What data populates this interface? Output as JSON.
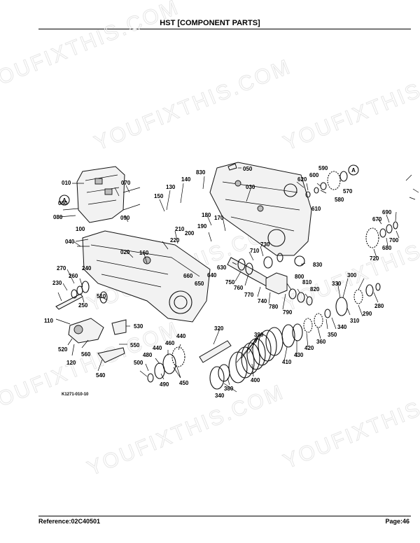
{
  "header": {
    "title": "HST [COMPONENT PARTS]"
  },
  "footer": {
    "reference": "Reference:02C40501",
    "page": "Page:46"
  },
  "watermark": {
    "text": "YOUFIXTHIS.COM"
  },
  "figure": {
    "code": "K1271-010-10",
    "callouts": {
      "c010": "010",
      "c020": "020",
      "c030": "030",
      "c040": "040",
      "c050": "050",
      "c060": "060",
      "c070": "070",
      "c080": "080",
      "c090": "090",
      "c100": "100",
      "c110": "110",
      "c120": "120",
      "c130": "130",
      "c140": "140",
      "c150": "150",
      "c160": "160",
      "c170": "170",
      "c180": "180",
      "c190": "190",
      "c200": "200",
      "c210": "210",
      "c220": "220",
      "c230": "230",
      "c240": "240",
      "c250": "250",
      "c260": "260",
      "c270": "270",
      "c280": "280",
      "c290": "290",
      "c300": "300",
      "c310": "310",
      "c320": "320",
      "c330": "330",
      "c340a": "340",
      "c340b": "340",
      "c350": "350",
      "c360": "360",
      "c380": "380",
      "c390": "390",
      "c400": "400",
      "c410": "410",
      "c420": "420",
      "c430": "430",
      "c440a": "440",
      "c440b": "440",
      "c450": "450",
      "c460": "460",
      "c480": "480",
      "c490": "490",
      "c500": "500",
      "c510": "510",
      "c520": "520",
      "c530": "530",
      "c540": "540",
      "c550": "550",
      "c560": "560",
      "c570": "570",
      "c580": "580",
      "c590": "590",
      "c600": "600",
      "c610": "610",
      "c620": "620",
      "c630": "630",
      "c640": "640",
      "c650": "650",
      "c660": "660",
      "c670": "670",
      "c680": "680",
      "c690": "690",
      "c700": "700",
      "c710": "710",
      "c720": "720",
      "c730": "730",
      "c740": "740",
      "c750": "750",
      "c760": "760",
      "c770": "770",
      "c780": "780",
      "c790": "790",
      "c800": "800",
      "c810": "810",
      "c820": "820",
      "c830a": "830",
      "c830b": "830",
      "refA1": "A",
      "refA2": "A"
    }
  }
}
